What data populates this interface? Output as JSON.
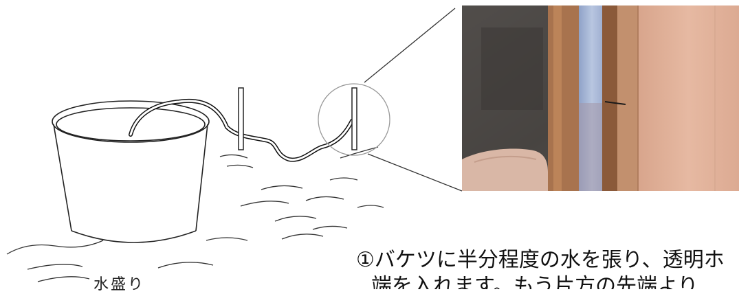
{
  "diagram": {
    "bucket_caption": "水盛り",
    "step_line1": "①バケツに半分程度の水を張り、透明ホ",
    "step_line2": "端を入れます。もう片方の先端より"
  }
}
